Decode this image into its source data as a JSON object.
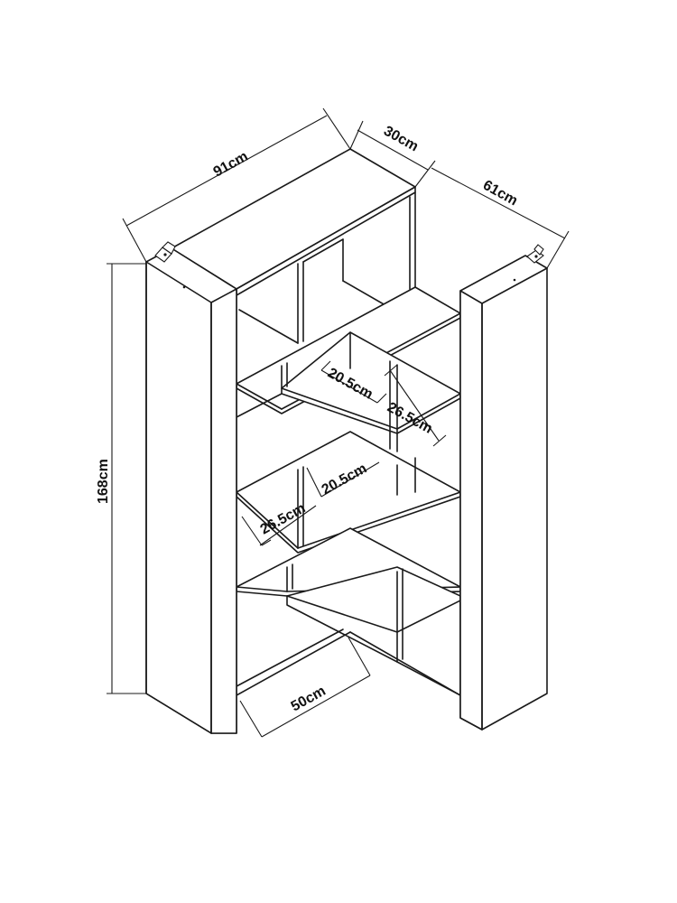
{
  "dimensions": {
    "width_top": "91cm",
    "depth_top": "30cm",
    "width_side": "61cm",
    "height": "168cm",
    "shelf_upper_a": "20.5cm",
    "shelf_upper_b": "26.5cm",
    "shelf_lower_a": "20.5cm",
    "shelf_lower_b": "26.5cm",
    "base_width": "50cm"
  }
}
